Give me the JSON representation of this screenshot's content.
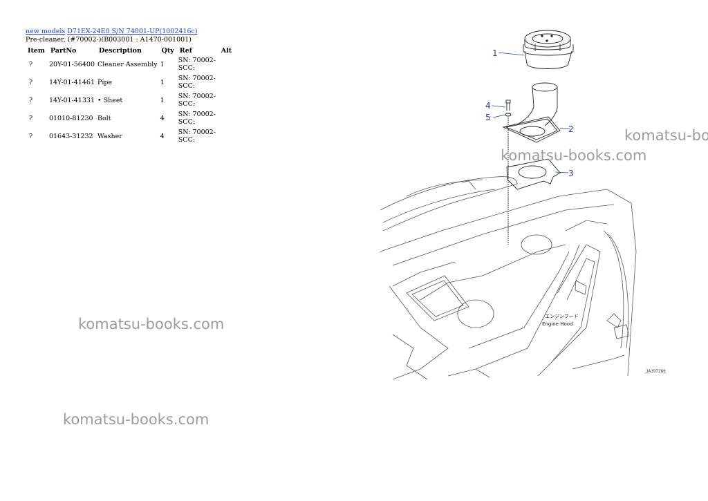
{
  "header": {
    "link_models": "new models",
    "link_model": "D71EX-24E0 S/N 74001-UP(1002416c)",
    "subtitle": "Pre-cleaner, (#70002-)(B003001 : A1470-001001)"
  },
  "table": {
    "columns": [
      "Item",
      "PartNo",
      "Description",
      "Qty",
      "Ref",
      "Alt"
    ],
    "rows": [
      {
        "item": "?",
        "part_no": "20Y-01-56400",
        "description": "Cleaner Assembly",
        "qty": "1",
        "ref_line1": "SN: 70002-",
        "ref_line2": "SCC:",
        "alt": ""
      },
      {
        "item": "?",
        "part_no": "14Y-01-41461",
        "description": "Pipe",
        "qty": "1",
        "ref_line1": "SN: 70002-",
        "ref_line2": "SCC:",
        "alt": ""
      },
      {
        "item": "?",
        "part_no": "14Y-01-41331",
        "description": "• Sheet",
        "qty": "1",
        "ref_line1": "SN: 70002-",
        "ref_line2": "SCC:",
        "alt": ""
      },
      {
        "item": "?",
        "part_no": "01010-81230",
        "description": "Bolt",
        "qty": "4",
        "ref_line1": "SN: 70002-",
        "ref_line2": "SCC:",
        "alt": ""
      },
      {
        "item": "?",
        "part_no": "01643-31232",
        "description": "Washer",
        "qty": "4",
        "ref_line1": "SN: 70002-",
        "ref_line2": "SCC:",
        "alt": ""
      }
    ]
  },
  "watermarks": [
    "komatsu-books.com",
    "komatsu-books.com",
    "komatsu-books.com",
    "komatsu-bo"
  ],
  "diagram": {
    "callouts": [
      "1",
      "2",
      "3",
      "4",
      "5"
    ],
    "label_jp": "エンジンフード",
    "label_en": "Engine Hood",
    "code": "JA197286",
    "callout_color": "#1f3fb0"
  }
}
